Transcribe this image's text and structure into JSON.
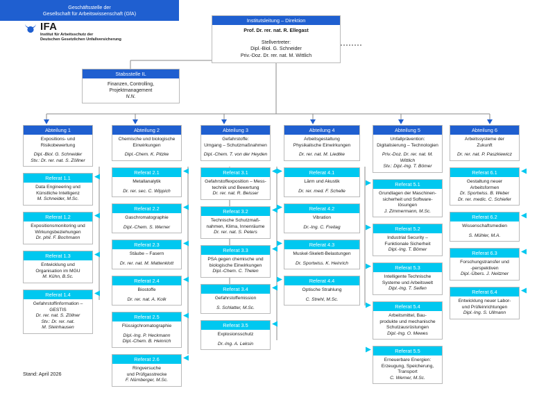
{
  "logo": {
    "acronym": "IFA",
    "subtitle_line1": "Institut für Arbeitsschutz der",
    "subtitle_line2": "Deutschen Gesetzlichen Unfallversicherung"
  },
  "colors": {
    "header_blue": "#1f5fd0",
    "header_cyan": "#00c8f0",
    "box_border": "#b9b9b9",
    "text": "#1a1a1a",
    "background": "#ffffff"
  },
  "leadership": {
    "header": "Institutsleitung – Direktion",
    "director": "Prof. Dr. rer. nat. R. Ellegast",
    "deputy_label": "Stellvertreter:",
    "deputy1": "Dipl.-Biol. G. Schneider",
    "deputy2": "Priv.-Doz. Dr. rer. nat. M. Wittlich"
  },
  "gfa": {
    "line1": "Geschäftsstelle der",
    "line2": "Gesellschaft für Arbeitswissenschaft (GfA)"
  },
  "staff_unit": {
    "header": "Stabsstelle IL",
    "line1": "Finanzen, Controlling,",
    "line2": "Projektmanagement",
    "person": "N.N."
  },
  "footer": {
    "stand": "Stand: April 2026"
  },
  "departments": [
    {
      "header": "Abteilung 1",
      "title": [
        "Expositions- und",
        "Risikobewertung"
      ],
      "lead": [
        "Dipl.-Biol. G. Schneider",
        "Stv.: Dr. rer. nat. S. Zöllner"
      ],
      "units": [
        {
          "header": "Referat 1.1",
          "title": [
            "Data Engineering und",
            "Künstliche Intelligenz"
          ],
          "lead": [
            "M. Schneider, M.Sc."
          ]
        },
        {
          "header": "Referat 1.2",
          "title": [
            "Expositionsmonitoring und",
            "Wirkungsbeziehungen"
          ],
          "lead": [
            "Dr. phil. F. Bochmann"
          ]
        },
        {
          "header": "Referat 1.3",
          "title": [
            "Entwicklung und",
            "Organisation im MGU"
          ],
          "lead": [
            "M. Kühn, B.Sc."
          ]
        },
        {
          "header": "Referat 1.4",
          "title": [
            "Gefahrstoffinformation –",
            "GESTIS"
          ],
          "lead": [
            "Dr. rer. nat. S. Zöllner",
            "Stv.: Dr. rer. nat.",
            "M. Steinhausen"
          ]
        }
      ]
    },
    {
      "header": "Abteilung 2",
      "title": [
        "Chemische und biologische",
        "Einwirkungen"
      ],
      "lead": [
        "Dipl.-Chem. K. Pitzke"
      ],
      "units": [
        {
          "header": "Referat 2.1",
          "title": [
            "Metallanalytik"
          ],
          "lead": [
            "Dr. rer. sec. C. Wippich"
          ]
        },
        {
          "header": "Referat 2.2",
          "title": [
            "Gaschromatographie"
          ],
          "lead": [
            "Dipl.-Chem. S. Werner"
          ]
        },
        {
          "header": "Referat 2.3",
          "title": [
            "Stäube – Fasern"
          ],
          "lead": [
            "Dr. rer. nat. M. Mattenklott"
          ]
        },
        {
          "header": "Referat 2.4",
          "title": [
            "Biostoffe"
          ],
          "lead": [
            "Dr. rer. nat. A. Kolk"
          ]
        },
        {
          "header": "Referat 2.5",
          "title": [
            "Flüssigchromatographie"
          ],
          "lead": [
            "Dipl.-Ing. P. Heckmann",
            "Dipl.-Chem. B. Heinrich"
          ]
        },
        {
          "header": "Referat 2.6",
          "title": [
            "Ringversuche",
            "und Prüfgasstrecke"
          ],
          "lead": [
            "F. Nürnberger, M.Sc."
          ]
        }
      ]
    },
    {
      "header": "Abteilung 3",
      "title": [
        "Gefahrstoffe:",
        "Umgang – Schutzmaßnahmen"
      ],
      "lead": [
        "Dipl.-Chem. T. von der Heyden"
      ],
      "units": [
        {
          "header": "Referat 3.1",
          "title": [
            "Gefahrstoffexposition – Mess-",
            "technik und Bewertung"
          ],
          "lead": [
            "Dr. rer. nat. R. Beisser"
          ]
        },
        {
          "header": "Referat 3.2",
          "title": [
            "Technische Schutzmaß-",
            "nahmen, Klima, Innenräume"
          ],
          "lead": [
            "Dr. rer. nat. S. Peters"
          ]
        },
        {
          "header": "Referat 3.3",
          "title": [
            "PSA gegen chemische und",
            "biologische Einwirkungen"
          ],
          "lead": [
            "Dipl.-Chem. C. Thelen"
          ]
        },
        {
          "header": "Referat 3.4",
          "title": [
            "Gefahrstoffemission"
          ],
          "lead": [
            "S. Schlatter, M.Sc."
          ]
        },
        {
          "header": "Referat 3.5",
          "title": [
            "Explosionsschutz"
          ],
          "lead": [
            "Dr.-Ing. A. Leksin"
          ]
        }
      ]
    },
    {
      "header": "Abteilung 4",
      "title": [
        "Arbeitsgestaltung",
        "Physikalische Einwirkungen"
      ],
      "lead": [
        "Dr. rer. nat. M. Liedtke"
      ],
      "units": [
        {
          "header": "Referat 4.1",
          "title": [
            "Lärm und Akustik"
          ],
          "lead": [
            "Dr. rer. med. F. Schelle"
          ]
        },
        {
          "header": "Referat 4.2",
          "title": [
            "Vibration"
          ],
          "lead": [
            "Dr.-Ing. C. Freitag"
          ]
        },
        {
          "header": "Referat 4.3",
          "title": [
            "Muskel-Skelett-Belastungen"
          ],
          "lead": [
            "Dr. Sportwiss. K. Heinrich"
          ]
        },
        {
          "header": "Referat 4.4",
          "title": [
            "Optische Strahlung"
          ],
          "lead": [
            "C. Strehl, M.Sc."
          ]
        }
      ]
    },
    {
      "header": "Abteilung 5",
      "title": [
        "Unfallprävention:",
        "Digitalisierung – Technologien"
      ],
      "lead": [
        "Priv.-Doz. Dr. rer. nat. M. Wittlich",
        "Stv.: Dipl.-Ing. T. Bömer"
      ],
      "units": [
        {
          "header": "Referat 5.1",
          "title": [
            "Grundlagen der Maschinen-",
            "sicherheit und Software-",
            "lösungen"
          ],
          "lead": [
            "J. Zimmermann, M.Sc."
          ]
        },
        {
          "header": "Referat 5.2",
          "title": [
            "Industrial Security –",
            "Funktionale Sicherheit"
          ],
          "lead": [
            "Dipl.-Ing. T. Bömer"
          ]
        },
        {
          "header": "Referat 5.3",
          "title": [
            "Intelligente Technische",
            "Systeme und Arbeitswelt"
          ],
          "lead": [
            "Dipl.-Ing. T. Seifen"
          ]
        },
        {
          "header": "Referat 5.4",
          "title": [
            "Arbeitsmittel, Bau-",
            "produkte und mechanische",
            "Schutzausrüstungen"
          ],
          "lead": [
            "Dipl.-Ing. O. Mewes"
          ]
        },
        {
          "header": "Referat 5.5",
          "title": [
            "Erneuerbare Energien:",
            "Erzeugung, Speicherung,",
            "Transport"
          ],
          "lead": [
            "C. Werner, M.Sc."
          ]
        }
      ]
    },
    {
      "header": "Abteilung 6",
      "title": [
        "Arbeitssysteme der",
        "Zukunft"
      ],
      "lead": [
        "Dr. rer. nat. P. Paszkiewicz"
      ],
      "units": [
        {
          "header": "Referat 6.1",
          "title": [
            "Gestaltung neuer",
            "Arbeitsformen"
          ],
          "lead": [
            "Dr. Sportwiss. B. Weber",
            "Dr. rer. medic. C. Schiefer"
          ]
        },
        {
          "header": "Referat 6.2",
          "title": [
            "Wissenschaftsmedien"
          ],
          "lead": [
            "S. Mühler, M.A."
          ]
        },
        {
          "header": "Referat 6.3",
          "title": [
            "Forschungstransfer und",
            "-perspektiven"
          ],
          "lead": [
            "Dipl.-Übers. J. Neitzner"
          ]
        },
        {
          "header": "Referat 6.4",
          "title": [
            "Entwicklung neuer Labor-",
            "und Prüfeinrichtungen"
          ],
          "lead": [
            "Dipl.-Ing. S. Ullmann"
          ]
        }
      ]
    }
  ]
}
